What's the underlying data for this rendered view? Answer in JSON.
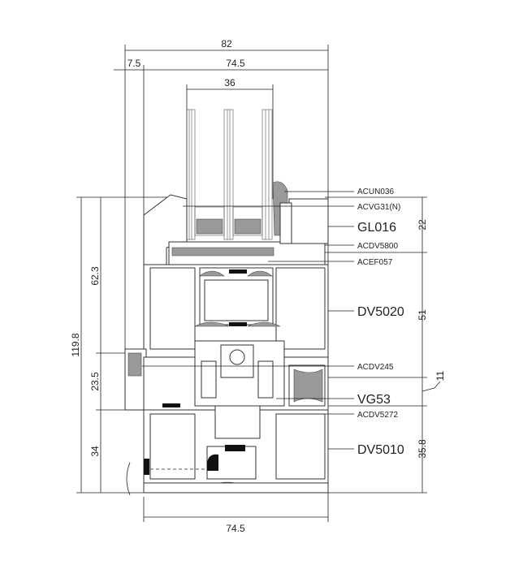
{
  "dimensions": {
    "overall_width": "82",
    "outer_offset": "7.5",
    "sash_width": "74.5",
    "glass_thickness": "36",
    "total_height": "119.8",
    "left_upper": "62.3",
    "left_middle": "23.5",
    "left_lower": "34",
    "right_top": "22",
    "right_upper": "51",
    "right_gap": "11",
    "right_lower": "35.8",
    "bottom_width": "74.5"
  },
  "labels": {
    "acun036": "ACUN036",
    "acvg31n": "ACVG31(N)",
    "gl016": "GL016",
    "acdv5800": "ACDV5800",
    "acef057": "ACEF057",
    "dv5020": "DV5020",
    "acdv245": "ACDV245",
    "vg53": "VG53",
    "acdv5272": "ACDV5272",
    "dv5010": "DV5010"
  }
}
